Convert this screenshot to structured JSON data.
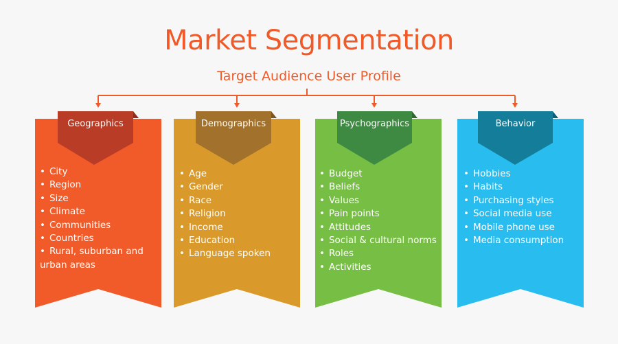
{
  "header": {
    "title": "Market Segmentation",
    "subtitle": "Target Audience User Profile"
  },
  "colors": {
    "accent": "#f05a28",
    "background": "#f7f7f7"
  },
  "segments": [
    {
      "label": "Geographics",
      "body_color": "#f15a29",
      "tab_color": "#b83c26",
      "items": [
        "City",
        "Region",
        "Size",
        "Climate",
        "Communities",
        "Countries",
        "Rural, suburban and urban areas"
      ]
    },
    {
      "label": "Demographics",
      "body_color": "#d99a2b",
      "tab_color": "#a2712b",
      "items": [
        "Age",
        "Gender",
        "Race",
        "Religion",
        "Income",
        "Education",
        "Language spoken"
      ]
    },
    {
      "label": "Psychographics",
      "body_color": "#76bf44",
      "tab_color": "#3f8a42",
      "items": [
        "Budget",
        "Beliefs",
        "Values",
        "Pain points",
        "Attitudes",
        "Social & cultural norms",
        "Roles",
        "Activities"
      ]
    },
    {
      "label": "Behavior",
      "body_color": "#29bdef",
      "tab_color": "#137d9a",
      "items": [
        "Hobbies",
        "Habits",
        "Purchasing styles",
        "Social media use",
        "Mobile phone use",
        "Media consumption"
      ]
    }
  ]
}
